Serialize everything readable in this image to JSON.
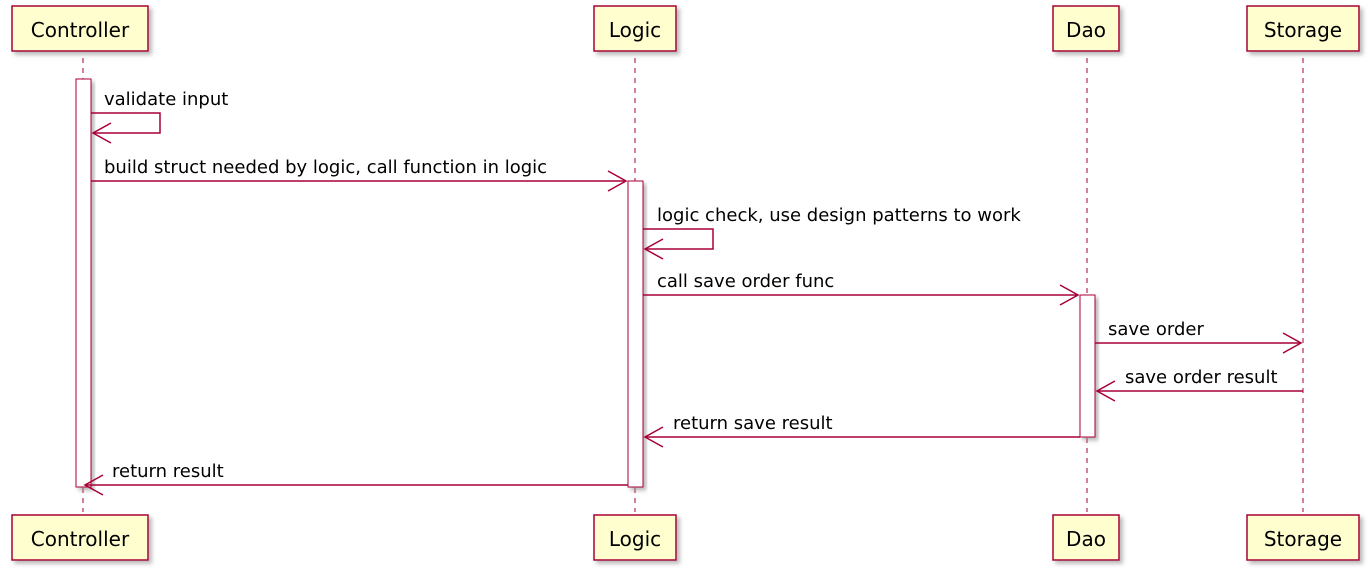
{
  "participants": [
    {
      "id": "controller",
      "label": "Controller"
    },
    {
      "id": "logic",
      "label": "Logic"
    },
    {
      "id": "dao",
      "label": "Dao"
    },
    {
      "id": "storage",
      "label": "Storage"
    }
  ],
  "messages": [
    {
      "id": "validate",
      "label": "validate input",
      "from": "controller",
      "to": "controller"
    },
    {
      "id": "build",
      "label": "build struct needed by logic, call function in logic",
      "from": "controller",
      "to": "logic"
    },
    {
      "id": "logic-check",
      "label": "logic check, use design patterns to work",
      "from": "logic",
      "to": "logic"
    },
    {
      "id": "call-save",
      "label": "call save order func",
      "from": "logic",
      "to": "dao"
    },
    {
      "id": "save-order",
      "label": "save order",
      "from": "dao",
      "to": "storage"
    },
    {
      "id": "save-result",
      "label": "save order result",
      "from": "storage",
      "to": "dao"
    },
    {
      "id": "return-save",
      "label": "return save result",
      "from": "dao",
      "to": "logic"
    },
    {
      "id": "return-result",
      "label": "return result",
      "from": "logic",
      "to": "controller"
    }
  ],
  "colors": {
    "line": "#A80036",
    "participant_fill": "#FEFECE",
    "participant_shadow": "#C8C8C8"
  }
}
